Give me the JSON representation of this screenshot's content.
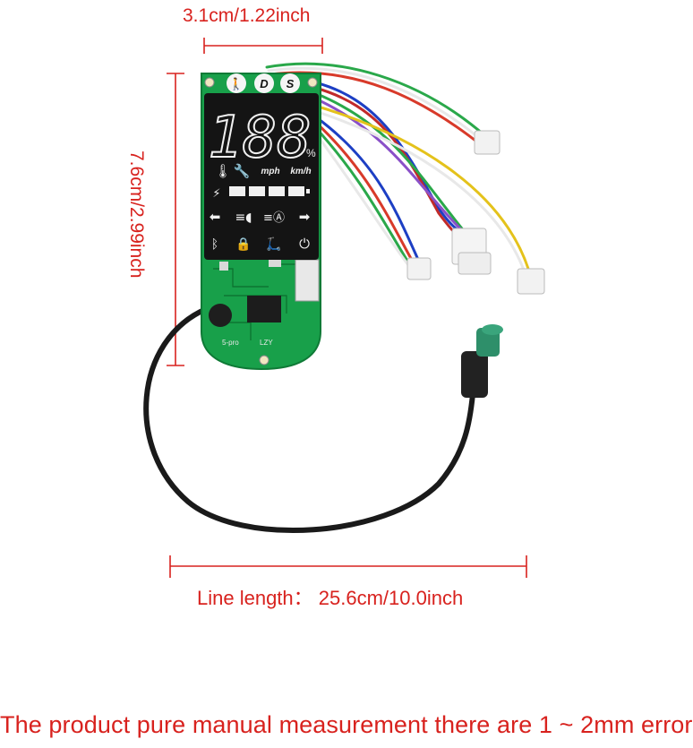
{
  "dimensions": {
    "width_label": "3.1cm/1.22inch",
    "height_label": "7.6cm/2.99inch",
    "line_length_label": "Line length： 25.6cm/10.0inch"
  },
  "note": "The product pure manual measurement there are 1 ~ 2mm error",
  "display": {
    "mode_buttons": [
      "D",
      "S"
    ],
    "digits": "188",
    "percent_sign": "%",
    "unit_mph": "mph",
    "unit_kmh": "km/h"
  },
  "board_markings": {
    "model": "5-pro",
    "code": "LZY"
  },
  "colors": {
    "annotation_red": "#d8221e",
    "pcb_green": "#18a04a",
    "lcd_black": "#141414",
    "cable_black": "#1a1a1a",
    "connector_teal": "#2e8f6a"
  }
}
